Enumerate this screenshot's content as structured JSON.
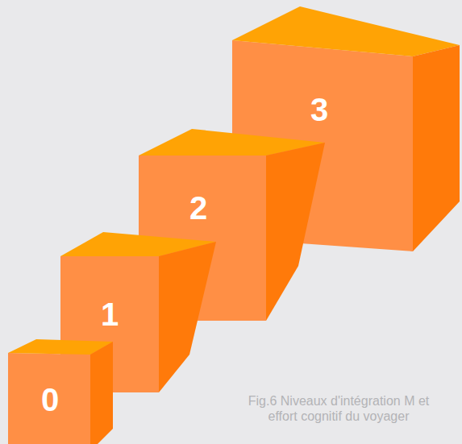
{
  "diagram": {
    "caption": "Fig.6 Niveaux d'intégration M et effort cognitif du voyager",
    "nodes": [
      {
        "text": [
          "0"
        ]
      },
      {
        "text": [
          "1"
        ]
      },
      {
        "text": [
          "2"
        ]
      },
      {
        "text": [
          "3"
        ]
      }
    ]
  }
}
